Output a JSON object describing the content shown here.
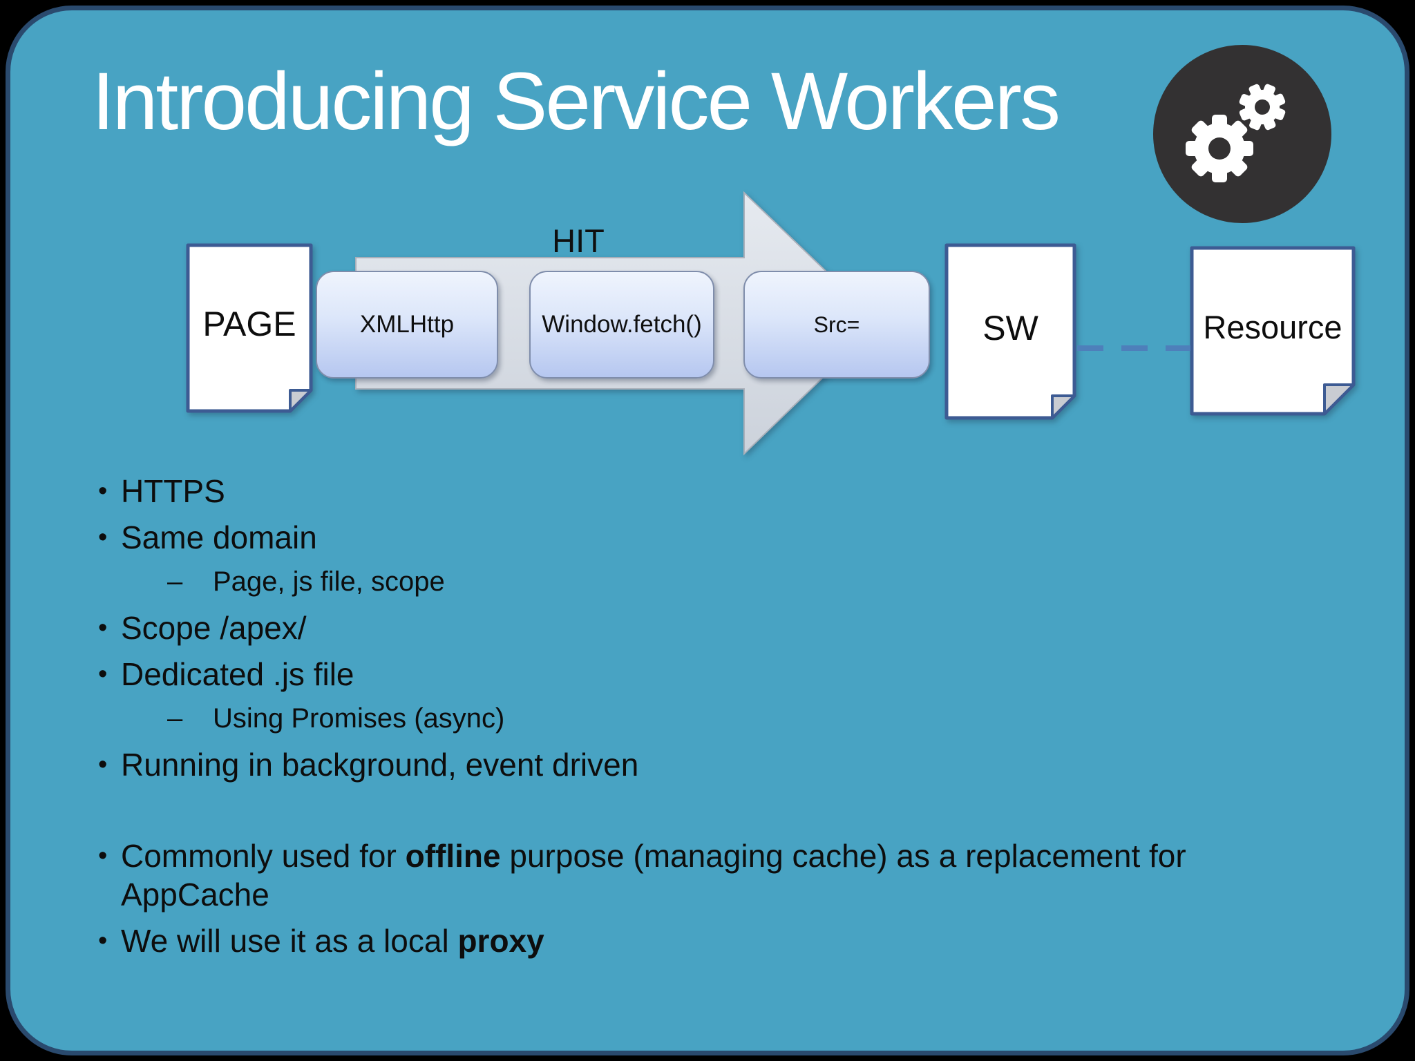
{
  "title": "Introducing Service Workers",
  "colors": {
    "background": "#48a3c3",
    "frame_border": "#2a4a6e",
    "document_border": "#3d5b93",
    "arrow_fill_top": "#e6eaf0",
    "arrow_fill_bottom": "#ccd2db",
    "step_box_top": "#eff4fd",
    "step_box_bottom": "#b6c7f0",
    "connector_dashed": "#4e7fba",
    "gear_badge": "#333132",
    "title_text": "#ffffff",
    "body_text": "#0d0d0d"
  },
  "diagram": {
    "hit_label": "HIT",
    "nodes": {
      "page": "PAGE",
      "sw": "SW",
      "resource": "Resource"
    },
    "steps": {
      "xmlhttp": "XMLHttp",
      "window_fetch": "Window.fetch()",
      "src": "Src="
    }
  },
  "bullets": {
    "markers": {
      "level1": "•",
      "level2": "–"
    },
    "items": [
      {
        "level": 1,
        "runs": [
          {
            "text": "HTTPS"
          }
        ]
      },
      {
        "level": 1,
        "runs": [
          {
            "text": "Same domain"
          }
        ]
      },
      {
        "level": 2,
        "runs": [
          {
            "text": "Page, js file, scope"
          }
        ]
      },
      {
        "level": 1,
        "runs": [
          {
            "text": "Scope /apex/"
          }
        ]
      },
      {
        "level": 1,
        "runs": [
          {
            "text": "Dedicated .js file"
          }
        ]
      },
      {
        "level": 2,
        "runs": [
          {
            "text": "Using Promises (async)"
          }
        ]
      },
      {
        "level": 1,
        "runs": [
          {
            "text": "Running in background, event driven"
          }
        ]
      },
      {
        "level": 1,
        "gap_before": true,
        "runs": [
          {
            "text": "Commonly used for "
          },
          {
            "text": "offline",
            "bold": true
          },
          {
            "text": " purpose (managing cache) as a replacement for AppCache"
          }
        ]
      },
      {
        "level": 1,
        "runs": [
          {
            "text": "We will use it as a local "
          },
          {
            "text": "proxy",
            "bold": true
          }
        ]
      }
    ]
  }
}
